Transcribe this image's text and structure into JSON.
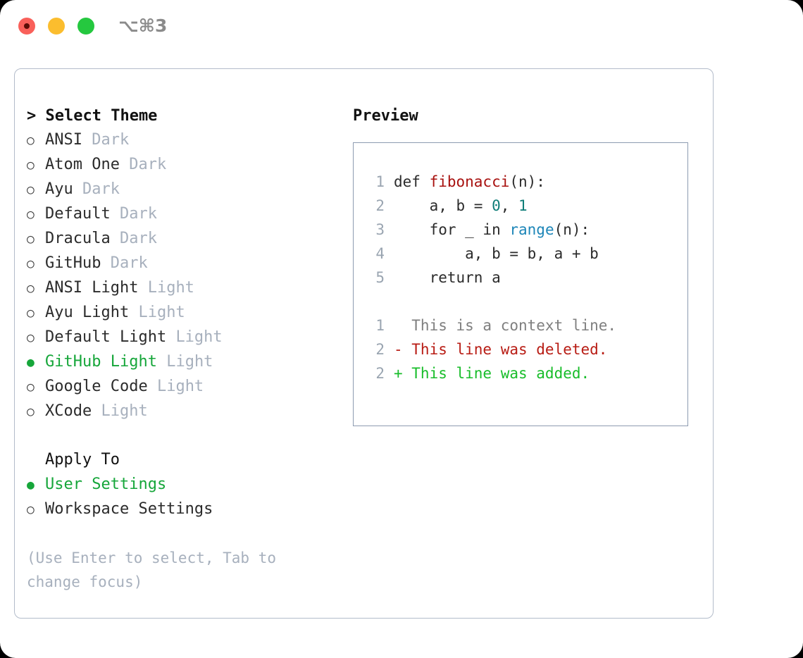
{
  "titlebar": {
    "shortcut": "⌥⌘3",
    "buttons": [
      {
        "name": "close",
        "color": "#f9605a"
      },
      {
        "name": "minimize",
        "color": "#fbbd2e"
      },
      {
        "name": "zoom",
        "color": "#25c83f"
      }
    ]
  },
  "theme_picker": {
    "header": "> Select Theme",
    "items": [
      {
        "marker": "○",
        "name": "ANSI",
        "variant": "Dark",
        "selected": false
      },
      {
        "marker": "○",
        "name": "Atom One",
        "variant": "Dark",
        "selected": false
      },
      {
        "marker": "○",
        "name": "Ayu",
        "variant": "Dark",
        "selected": false
      },
      {
        "marker": "○",
        "name": "Default",
        "variant": "Dark",
        "selected": false
      },
      {
        "marker": "○",
        "name": "Dracula",
        "variant": "Dark",
        "selected": false
      },
      {
        "marker": "○",
        "name": "GitHub",
        "variant": "Dark",
        "selected": false
      },
      {
        "marker": "○",
        "name": "ANSI Light",
        "variant": "Light",
        "selected": false
      },
      {
        "marker": "○",
        "name": "Ayu Light",
        "variant": "Light",
        "selected": false
      },
      {
        "marker": "○",
        "name": "Default Light",
        "variant": "Light",
        "selected": false
      },
      {
        "marker": "●",
        "name": "GitHub Light",
        "variant": "Light",
        "selected": true
      },
      {
        "marker": "○",
        "name": "Google Code",
        "variant": "Light",
        "selected": false
      },
      {
        "marker": "○",
        "name": "XCode",
        "variant": "Light",
        "selected": false
      }
    ]
  },
  "apply_to": {
    "header": "Apply To",
    "items": [
      {
        "marker": "●",
        "name": "User Settings",
        "selected": true
      },
      {
        "marker": "○",
        "name": "Workspace Settings",
        "selected": false
      }
    ]
  },
  "hint": "(Use Enter to select, Tab to change focus)",
  "preview": {
    "title": "Preview",
    "code_lines": [
      {
        "no": "1",
        "segments": [
          {
            "text": "def ",
            "tok": "plain"
          },
          {
            "text": "fibonacci",
            "tok": "fn"
          },
          {
            "text": "(n):",
            "tok": "plain"
          }
        ]
      },
      {
        "no": "2",
        "segments": [
          {
            "text": "    a, b = ",
            "tok": "plain"
          },
          {
            "text": "0",
            "tok": "num"
          },
          {
            "text": ", ",
            "tok": "plain"
          },
          {
            "text": "1",
            "tok": "num"
          }
        ]
      },
      {
        "no": "3",
        "segments": [
          {
            "text": "    for _ in ",
            "tok": "plain"
          },
          {
            "text": "range",
            "tok": "call"
          },
          {
            "text": "(n):",
            "tok": "plain"
          }
        ]
      },
      {
        "no": "4",
        "segments": [
          {
            "text": "        a, b = b, a + b",
            "tok": "plain"
          }
        ]
      },
      {
        "no": "5",
        "segments": [
          {
            "text": "    return a",
            "tok": "plain"
          }
        ]
      }
    ],
    "diff_lines": [
      {
        "no": "1",
        "text": "  This is a context line.",
        "kind": "ctx"
      },
      {
        "no": "2",
        "text": "- This line was deleted.",
        "kind": "del"
      },
      {
        "no": "2",
        "text": "+ This line was added.",
        "kind": "add"
      }
    ]
  },
  "colors": {
    "selected_green": "#16a63a",
    "muted_gray": "#a7b0bd",
    "panel_border": "#b3bcca",
    "preview_border": "#8d9bb0",
    "fn_red": "#a8110f",
    "num_teal": "#0f7d78",
    "call_blue": "#1d86b8",
    "diff_del_red": "#b81c14",
    "diff_add_green": "#18bd2a"
  }
}
